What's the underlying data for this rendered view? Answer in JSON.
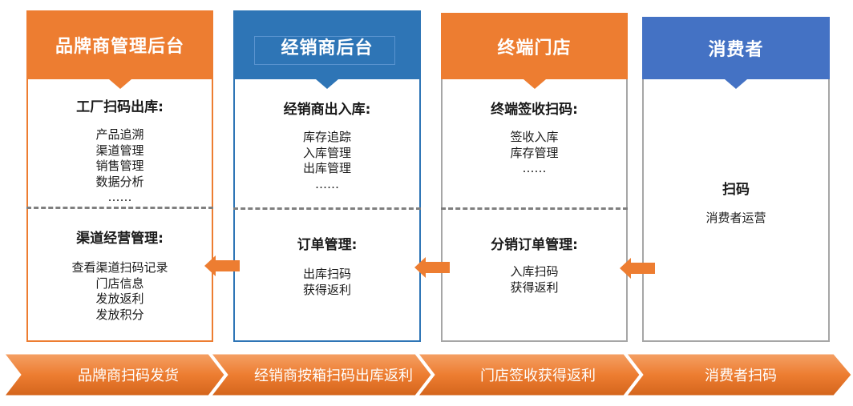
{
  "colors": {
    "orange": "#ED7D31",
    "blue_header": "#2E75B6",
    "consumer_blue": "#4472C4",
    "band_orange": "#ED7D31",
    "gray_border": "#A6A6A6"
  },
  "columns": [
    {
      "header": "品牌商管理后台",
      "top_title": "工厂扫码出库:",
      "top_items": [
        "产品追溯",
        "渠道管理",
        "销售管理",
        "数据分析",
        "……"
      ],
      "bottom_title": "渠道经营管理:",
      "bottom_items": [
        "查看渠道扫码记录",
        "门店信息",
        "发放返利",
        "发放积分"
      ]
    },
    {
      "header": "经销商后台",
      "top_title": "经销商出入库:",
      "top_items": [
        "库存追踪",
        "入库管理",
        "出库管理",
        "……"
      ],
      "bottom_title": "订单管理:",
      "bottom_items": [
        "出库扫码",
        "获得返利"
      ]
    },
    {
      "header": "终端门店",
      "top_title": "终端签收扫码:",
      "top_items": [
        "签收入库",
        "库存管理",
        "……"
      ],
      "bottom_title": "分销订单管理:",
      "bottom_items": [
        "入库扫码",
        "获得返利"
      ]
    },
    {
      "header": "消费者",
      "title": "扫码",
      "items": [
        "消费者运营"
      ]
    }
  ],
  "flow_band": [
    "品牌商扫码发货",
    "经销商按箱扫码出库返利",
    "门店签收获得返利",
    "消费者扫码"
  ],
  "icons": {
    "flow_arrow": "left-arrow-icon"
  }
}
